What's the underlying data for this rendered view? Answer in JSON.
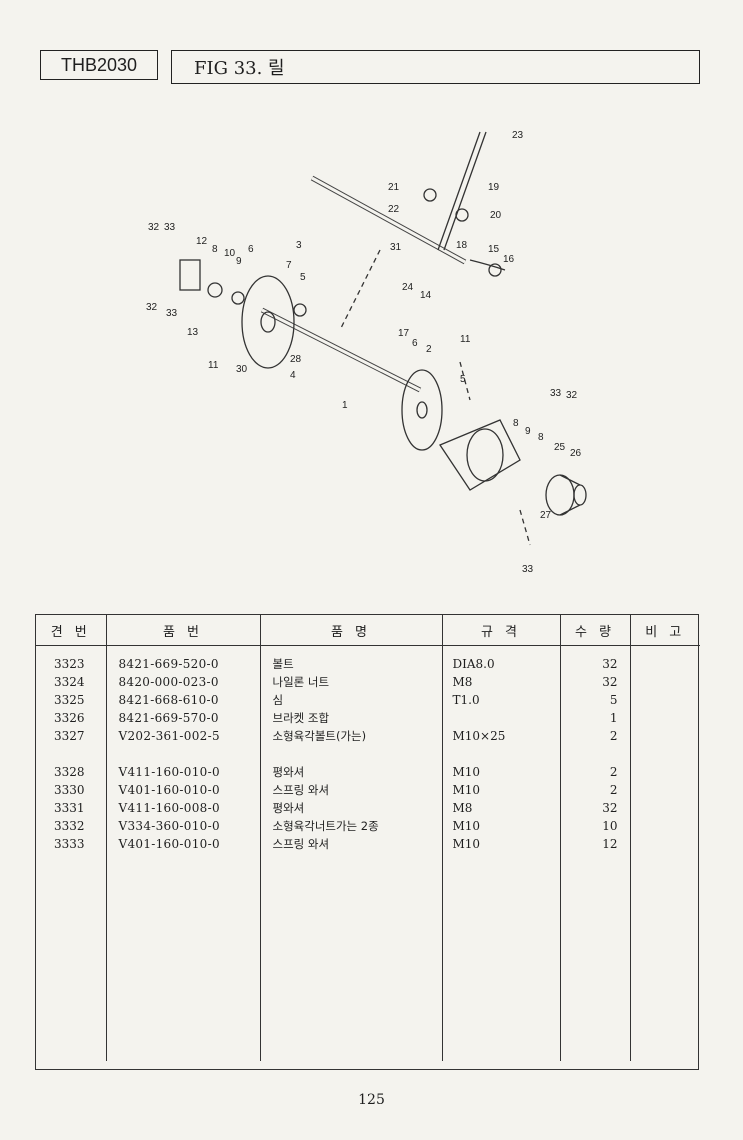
{
  "header": {
    "model": "THB2030",
    "figure_title": "FIG 33. 릴"
  },
  "diagram": {
    "callouts": [
      "23",
      "21",
      "19",
      "22",
      "20",
      "32",
      "33",
      "12",
      "8",
      "10",
      "6",
      "3",
      "9",
      "7",
      "5",
      "31",
      "18",
      "15",
      "16",
      "24",
      "14",
      "32",
      "33",
      "13",
      "11",
      "17",
      "6",
      "2",
      "28",
      "30",
      "4",
      "11",
      "5",
      "1",
      "33",
      "32",
      "8",
      "9",
      "8",
      "25",
      "26",
      "27",
      "33"
    ]
  },
  "table": {
    "headers": [
      "견 번",
      "품 번",
      "품 명",
      "규 격",
      "수 량",
      "비 고"
    ],
    "groups": [
      [
        {
          "ref": "3323",
          "part_no": "8421-669-520-0",
          "name": "볼트",
          "spec": "DIA8.0",
          "qty": "32",
          "note": ""
        },
        {
          "ref": "3324",
          "part_no": "8420-000-023-0",
          "name": "나일론 너트",
          "spec": "M8",
          "qty": "32",
          "note": ""
        },
        {
          "ref": "3325",
          "part_no": "8421-668-610-0",
          "name": "심",
          "spec": "T1.0",
          "qty": "5",
          "note": ""
        },
        {
          "ref": "3326",
          "part_no": "8421-669-570-0",
          "name": "브라켓 조합",
          "spec": "",
          "qty": "1",
          "note": ""
        },
        {
          "ref": "3327",
          "part_no": "V202-361-002-5",
          "name": "소형육각볼트(가는)",
          "spec": "M10×25",
          "qty": "2",
          "note": ""
        }
      ],
      [
        {
          "ref": "3328",
          "part_no": "V411-160-010-0",
          "name": "평와셔",
          "spec": "M10",
          "qty": "2",
          "note": ""
        },
        {
          "ref": "3330",
          "part_no": "V401-160-010-0",
          "name": "스프링 와셔",
          "spec": "M10",
          "qty": "2",
          "note": ""
        },
        {
          "ref": "3331",
          "part_no": "V411-160-008-0",
          "name": "평와셔",
          "spec": "M8",
          "qty": "32",
          "note": ""
        },
        {
          "ref": "3332",
          "part_no": "V334-360-010-0",
          "name": "소형육각너트가는 2종",
          "spec": "M10",
          "qty": "10",
          "note": ""
        },
        {
          "ref": "3333",
          "part_no": "V401-160-010-0",
          "name": "스프링 와셔",
          "spec": "M10",
          "qty": "12",
          "note": ""
        }
      ]
    ]
  },
  "footer": {
    "page_number": "125"
  }
}
